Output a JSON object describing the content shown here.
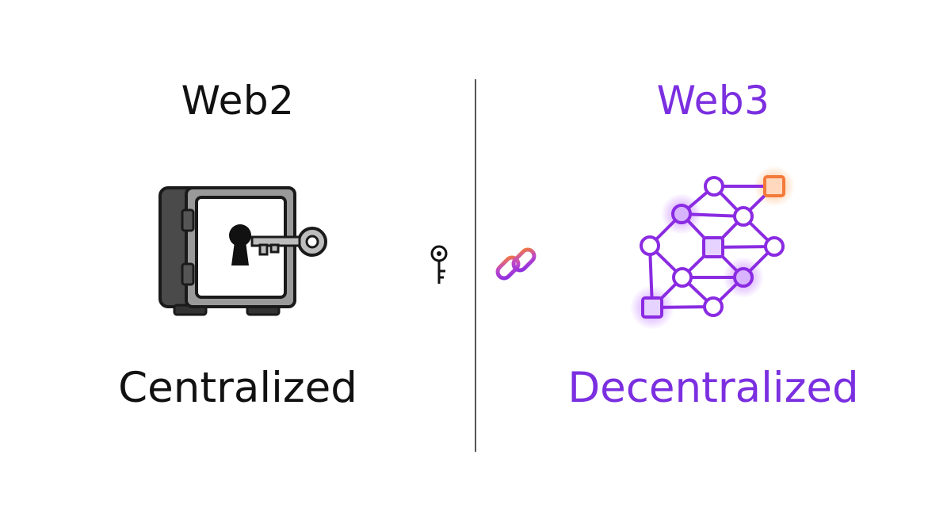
{
  "left_panel": {
    "title": "Web2",
    "caption": "Centralized",
    "color": "#111111",
    "icon": "safe-with-key-icon"
  },
  "right_panel": {
    "title": "Web3",
    "caption": "Decentralized",
    "color": "#7B2FE0",
    "icon": "blockchain-network-icon"
  },
  "center_icons": {
    "left": "key-icon",
    "right": "chain-link-icon"
  },
  "colors": {
    "purple": "#7B2FE0",
    "orange": "#F47A3A",
    "divider": "#555555"
  }
}
